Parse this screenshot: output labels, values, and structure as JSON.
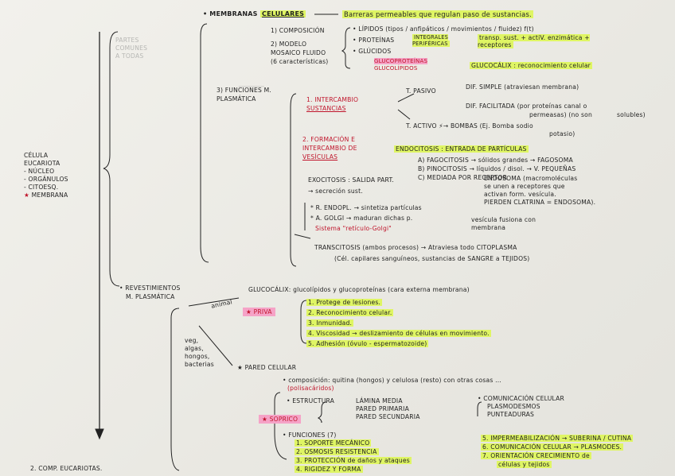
{
  "membranas": {
    "label": "• MEMBRANAS",
    "sub": "CELULARES",
    "desc": "Barreras permeables que regulan paso de sustancias."
  },
  "partes_comunes": [
    "PARTES",
    "COMUNES",
    "A TODAS"
  ],
  "celula": {
    "lines": [
      "CÉLULA",
      "EUCARIOTA",
      "- NÚCLEO",
      "- ORGÁNULOS",
      "- CITOESQ."
    ],
    "membrana": "MEMBRANA"
  },
  "composicion": {
    "label": "1) COMPOSICIÓN",
    "items": [
      "• LÍPIDOS (tipos / anfipáticos / movimientos / fluidez) f(t)",
      "• PROTEÍNAS",
      "• GLÚCIDOS"
    ],
    "integrales": [
      "INTEGRALES",
      "PERIFÉRICAS"
    ],
    "transp": [
      "transp. sust. + actiV. enzimática +",
      "receptores"
    ],
    "gluco": [
      "GLUCOPROTEÍNAS",
      "GLUCOLÍPIDOS"
    ],
    "glucocalix": "GLUCOCÁLIX : reconocimiento celular"
  },
  "modelo": [
    "2) MODELO",
    "MOSAICO FLUIDO",
    "(6 características)"
  ],
  "funciones": {
    "label": [
      "3) FUNCIONES M.",
      "PLASMÁTICA"
    ],
    "intercambio": [
      "1. INTERCAMBIO",
      "SUSTANCIAS"
    ],
    "pasivo": "T. PASIVO",
    "dif_simple": "DIF. SIMPLE (atraviesan membrana)",
    "dif_facil": [
      "DIF. FACILITADA (por proteínas canal o",
      "permeasas) (no son",
      "solubles)"
    ],
    "activo": "T. ACTIVO ⚡→ BOMBAS (Ej. Bomba sodio",
    "potasio": "potasio)",
    "formacion": [
      "2. FORMACIÓN E",
      "INTERCAMBIO DE",
      "VESÍCULAS"
    ],
    "endocitosis": "ENDOCITOSIS : ENTRADA DE PARTÍCULAS",
    "endo_items": [
      "A) FAGOCITOSIS → sólidos grandes → FAGOSOMA",
      "B) PINOCITOSIS → líquidos / disol. → V. PEQUEÑAS",
      "C) MEDIADA POR RECEPTOR"
    ],
    "endosoma": [
      "ENDOSOMA (macromoléculas",
      "se unen a receptores que",
      "activan form. vesícula.",
      "PIERDEN CLATRINA = ENDOSOMA)."
    ],
    "exocitosis": "EXOCITOSIS : SALIDA PART.",
    "secrecion": "→ secreción sust.",
    "rendopl": "* R. ENDOPL. → sintetiza partículas",
    "agolgi": "* A. GOLGI → maduran dichas p.",
    "sistema": "Sistema \"retículo-Golgi\"",
    "vesicula": [
      "vesícula fusiona con",
      "membrana"
    ],
    "transcitosis": "TRANSCITOSIS (ambos procesos) → Atraviesa todo CITOPLASMA",
    "transc2": "(Cél. capilares sanguíneos, sustancias de SANGRE a TEJIDOS)"
  },
  "revestimientos": {
    "label": [
      "• REVESTIMIENTOS",
      "M. PLASMÁTICA"
    ],
    "glucocalix": "GLUCOCÁLIX: glucolípidos y glucoproteínas (cara externa membrana)",
    "animal": "animal",
    "priva": "PRIVA",
    "priva_items": [
      "1. Protege de lesiones.",
      "2. Reconocimiento celular.",
      "3. Inmunidad.",
      "4. Viscosidad → deslizamiento de células en movimiento.",
      "5. Adhesión (óvulo - espermatozoide)"
    ],
    "veg": [
      "veg,",
      "algas,",
      "hongos,",
      "bacterias"
    ],
    "pared": "PARED CELULAR",
    "comp_pared": "• composición: quitina (hongos) y celulosa (resto) con otras cosas ...",
    "polisacaridos": "(polisacáridos)",
    "estructura": "• ESTRUCTURA",
    "estr_items": [
      "LÁMINA MEDIA",
      "PARED PRIMARIA",
      "PARED SECUNDARIA"
    ],
    "comunicacion": [
      "• COMUNICACIÓN CELULAR",
      "PLASMODESMOS",
      "PUNTEADURAS"
    ],
    "soprico": "SOPRICO",
    "funciones": "• FUNCIONES (7)",
    "fun_left": [
      "1. SOPORTE MECÁNICO",
      "2. OSMOSIS RESISTENCIA",
      "3. PROTECCIÓN de daños y ataques",
      "4. RIGIDEZ Y FORMA"
    ],
    "fun_right": [
      "5. IMPERMEABILIZACIÓN → SUBERINA / CUTINA",
      "6. COMUNICACIÓN CELULAR → PLASMODES.",
      "7. ORIENTACIÓN CRECIMIENTO de",
      "células y tejidos"
    ]
  },
  "bottom": "2. COMP. EUCARIOTAS."
}
